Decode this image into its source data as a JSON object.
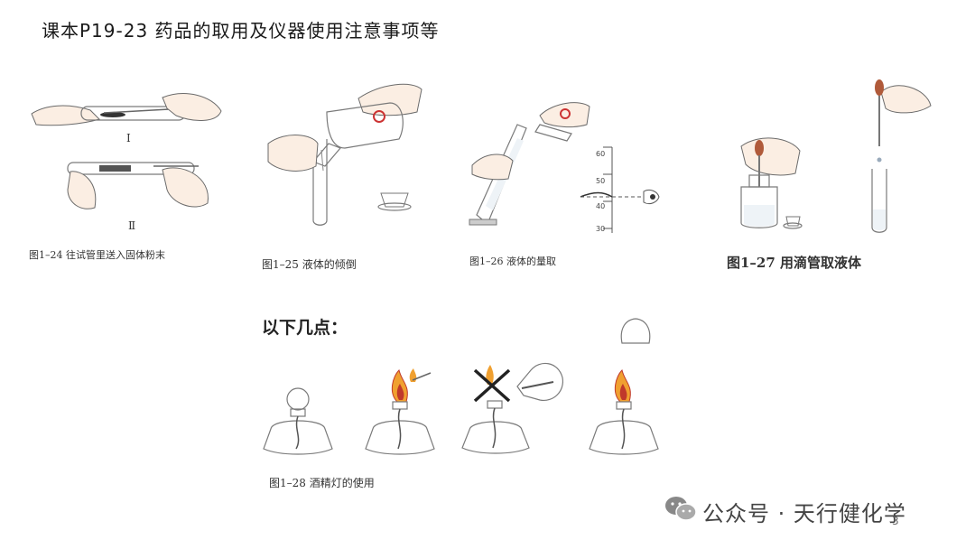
{
  "page": {
    "title": "课本P19-23 药品的取用及仪器使用注意事项等",
    "section_heading": "以下几点：",
    "page_number": "3"
  },
  "figures": {
    "fig24": {
      "caption": "图1–24  往试管里送入固体粉末",
      "label_1": "Ⅰ",
      "label_2": "Ⅱ"
    },
    "fig25": {
      "caption": "图1–25  液体的倾倒"
    },
    "fig26": {
      "caption": "图1–26  液体的量取",
      "ticks": [
        "60",
        "50",
        "40",
        "30"
      ]
    },
    "fig27": {
      "caption": "图1–27  用滴管取液体"
    },
    "fig28": {
      "caption": "图1–28  酒精灯的使用"
    }
  },
  "watermark": {
    "text": "公众号 · 天行健化学",
    "icon": "wechat-icon"
  }
}
